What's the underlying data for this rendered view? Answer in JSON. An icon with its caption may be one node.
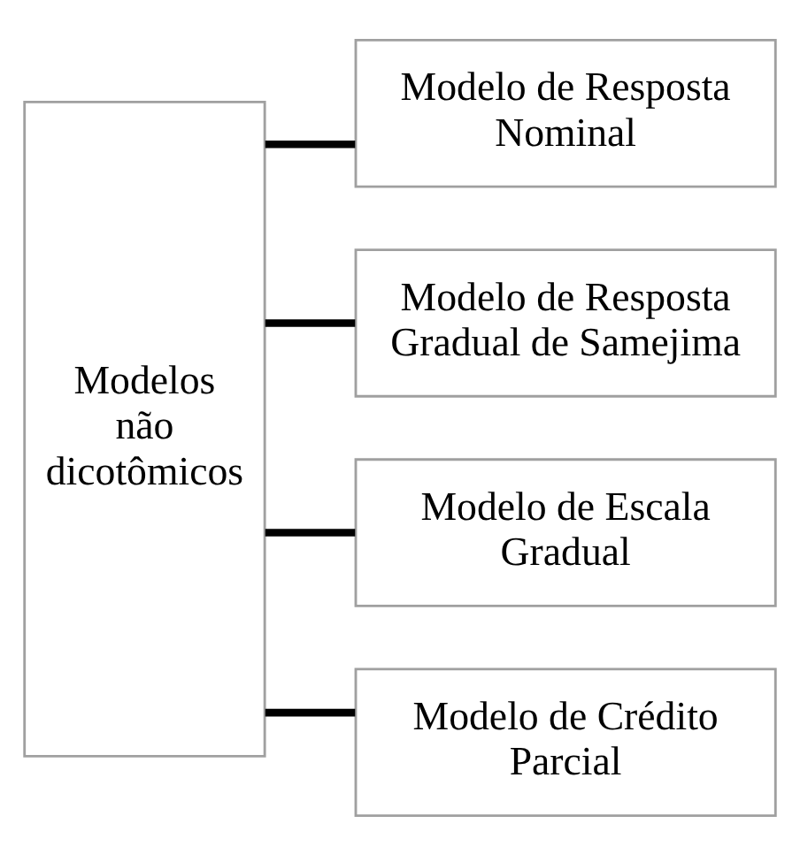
{
  "diagram": {
    "nodes": [
      {
        "text": [
          "Modelos não dicotômicos"
        ]
      },
      {
        "text": [
          "Modelo de Resposta Nominal"
        ]
      },
      {
        "text": [
          "Modelo de Resposta Gradual de Samejima"
        ]
      },
      {
        "text": [
          "Modelo de Escala Gradual"
        ]
      },
      {
        "text": [
          "Modelo de Crédito Parcial"
        ]
      }
    ],
    "edges": [
      {
        "from": 0,
        "to": 1,
        "arrow": "none"
      },
      {
        "from": 0,
        "to": 2,
        "arrow": "none"
      },
      {
        "from": 0,
        "to": 3,
        "arrow": "none"
      },
      {
        "from": 0,
        "to": 4,
        "arrow": "none"
      }
    ]
  }
}
